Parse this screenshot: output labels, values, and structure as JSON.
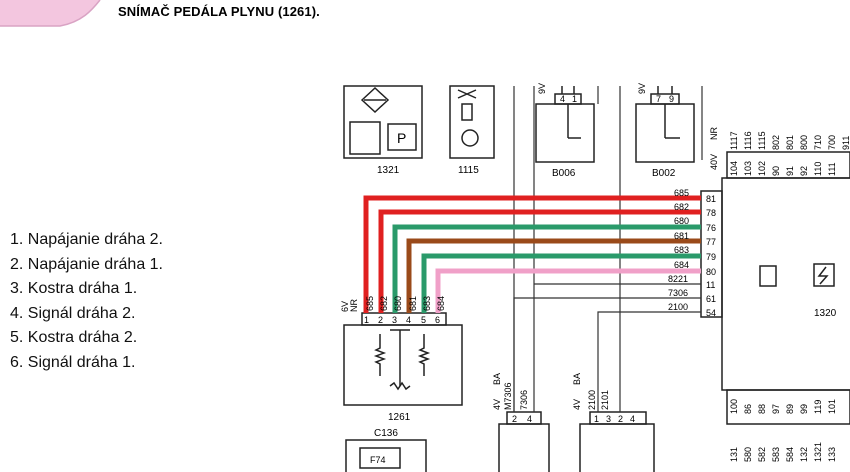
{
  "header": {
    "title": "SNÍMAČ PEDÁLA PLYNU (1261)."
  },
  "legend": {
    "items": [
      "1. Napájanie dráha 2.",
      "2. Napájanie dráha 1.",
      "3. Kostra dráha 1.",
      "4. Signál dráha 2.",
      "5. Kostra dráha 2.",
      "6. Signál dráha 1."
    ]
  },
  "diagram": {
    "components": {
      "c1321": "1321",
      "c1115": "1115",
      "b006": "B006",
      "b002": "B002",
      "c1261": "1261",
      "c1320": "1320",
      "c136": "C136",
      "fuse": "F74",
      "parking": "P"
    },
    "connector_1261": {
      "label_a": "6V",
      "label_b": "NR",
      "pins": [
        "1",
        "2",
        "3",
        "4",
        "5",
        "6"
      ],
      "wires": [
        "685",
        "682",
        "680",
        "681",
        "683",
        "684"
      ]
    },
    "ecu_connector": {
      "label_a": "40V",
      "label_b": "NR",
      "top_pins": [
        "104",
        "103",
        "102",
        "90",
        "91",
        "92",
        "110",
        "111"
      ],
      "top_wires": [
        "1117",
        "1116",
        "1115",
        "802",
        "801",
        "800",
        "710",
        "700",
        "911"
      ],
      "bottom_pins": [
        "131",
        "580",
        "582",
        "583",
        "584",
        "132",
        "1321",
        "133"
      ],
      "bottom_top_pins": [
        "100",
        "86",
        "88",
        "97",
        "89",
        "99",
        "119",
        "101"
      ]
    },
    "ecu_wires": [
      {
        "wire": "685",
        "pin": "81",
        "color": "#e02020"
      },
      {
        "wire": "682",
        "pin": "78",
        "color": "#e02020"
      },
      {
        "wire": "680",
        "pin": "76",
        "color": "#2a9a6a"
      },
      {
        "wire": "681",
        "pin": "77",
        "color": "#9a4a1a"
      },
      {
        "wire": "683",
        "pin": "79",
        "color": "#2a9a6a"
      },
      {
        "wire": "684",
        "pin": "80",
        "color": "#f0a0c8"
      },
      {
        "wire": "8221",
        "pin": "11",
        "color": "#444444"
      },
      {
        "wire": "7306",
        "pin": "61",
        "color": "#444444"
      },
      {
        "wire": "2100",
        "pin": "54",
        "color": "#444444"
      }
    ],
    "b006_pins": [
      "4",
      "1"
    ],
    "b006_wire": "9V",
    "b002_pins": [
      "7",
      "9"
    ],
    "b002_wire": "9V",
    "conn_left": {
      "label_a": "4V",
      "label_b": "BA",
      "wires": [
        "M7306",
        "7306"
      ],
      "pins": [
        "2",
        "4"
      ]
    },
    "conn_right": {
      "label_a": "4V",
      "label_b": "BA",
      "wires": [
        "2100",
        "2101"
      ],
      "pins": [
        "1",
        "3",
        "2",
        "4"
      ]
    }
  }
}
